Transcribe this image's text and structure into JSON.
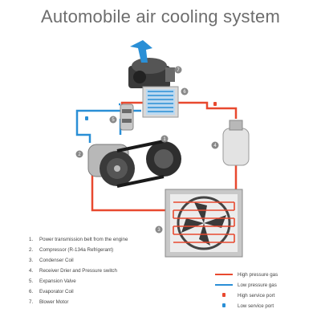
{
  "title": "Automobile air cooling system",
  "components": [
    {
      "num": "1",
      "label": "Power transmission belt from the engine"
    },
    {
      "num": "2",
      "label": "Compressor (R-134a Refrigerant)"
    },
    {
      "num": "3",
      "label": "Condenser Coil"
    },
    {
      "num": "4",
      "label": "Receiver Drier and Pressure switch"
    },
    {
      "num": "5",
      "label": "Expansion Valve"
    },
    {
      "num": "6",
      "label": "Evaporator Coil"
    },
    {
      "num": "7",
      "label": "Blower Motor"
    }
  ],
  "legend": {
    "high_pressure": "High pressure gas",
    "low_pressure": "Low pressure gas",
    "high_port": "High service port",
    "low_port": "Low service port"
  },
  "colors": {
    "high_pressure": "#e8492f",
    "low_pressure": "#2a8fd6",
    "badge": "#888888",
    "title": "#6d6d6d"
  }
}
